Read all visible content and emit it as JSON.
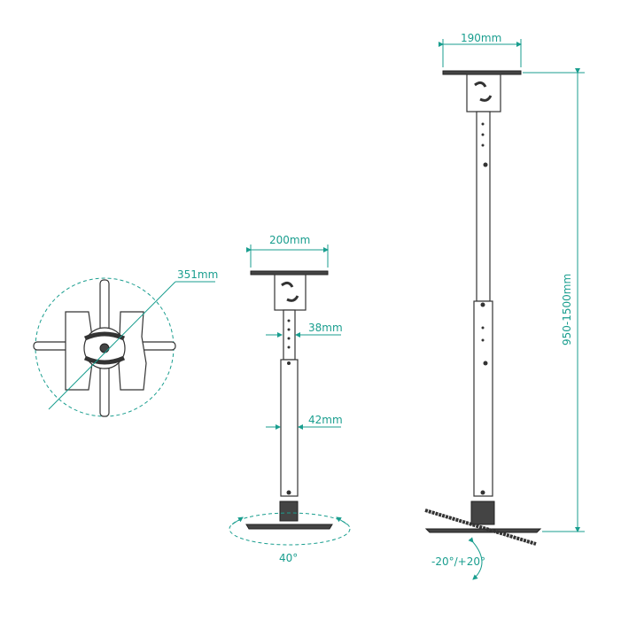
{
  "colors": {
    "accent": "#1a9e8f",
    "line": "#333333"
  },
  "top_view": {
    "diameter_label": "351mm"
  },
  "short_mount": {
    "plate_width_label": "200mm",
    "inner_tube_label": "38mm",
    "outer_tube_label": "42mm",
    "rotation_label": "40°"
  },
  "long_mount": {
    "plate_width_label": "190mm",
    "height_label": "950-1500mm",
    "tilt_label": "-20°/+20°"
  }
}
